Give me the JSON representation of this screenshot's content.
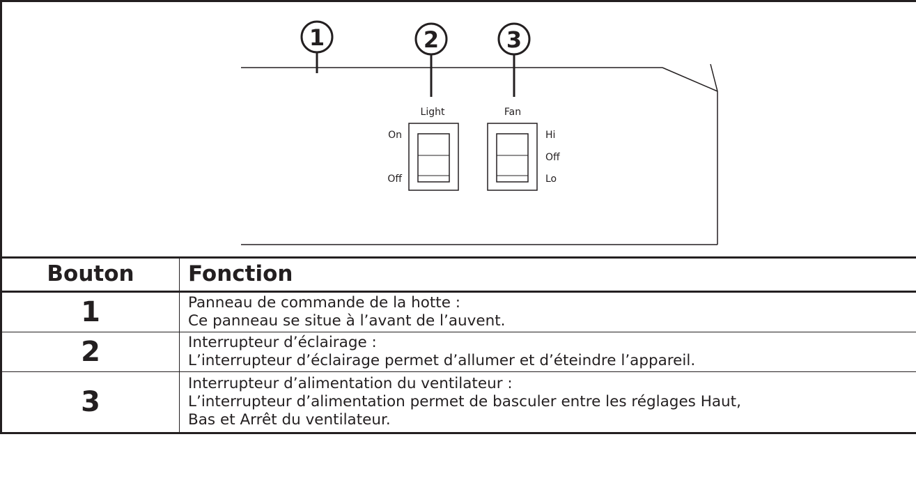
{
  "diagram": {
    "callouts": [
      "1",
      "2",
      "3"
    ],
    "switches": {
      "light": {
        "label": "Light",
        "positions": [
          "On",
          "Off"
        ]
      },
      "fan": {
        "label": "Fan",
        "positions": [
          "Hi",
          "Off",
          "Lo"
        ]
      }
    }
  },
  "table": {
    "headers": {
      "button": "Bouton",
      "function": "Fonction"
    },
    "rows": [
      {
        "number": "1",
        "lines": [
          "Panneau de commande de la hotte :",
          "Ce panneau se situe à l’avant de l’auvent."
        ]
      },
      {
        "number": "2",
        "lines": [
          "Interrupteur d’éclairage :",
          "L’interrupteur d’éclairage permet d’allumer et d’éteindre l’appareil."
        ]
      },
      {
        "number": "3",
        "lines": [
          "Interrupteur d’alimentation du ventilateur :",
          "L’interrupteur d’alimentation permet de basculer entre les réglages Haut,",
          "Bas et Arrêt du ventilateur."
        ]
      }
    ]
  }
}
